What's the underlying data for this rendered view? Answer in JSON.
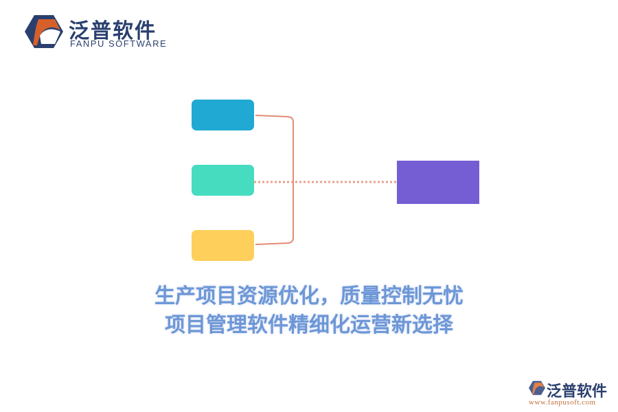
{
  "logo": {
    "name_cn": "泛普软件",
    "name_en": "FANPU SOFTWARE",
    "colors": {
      "navy": "#2a3f6e",
      "orange": "#d5602a"
    }
  },
  "diagram": {
    "left_boxes": [
      {
        "color": "#1fa9d3",
        "label": ""
      },
      {
        "color": "#45dcc0",
        "label": ""
      },
      {
        "color": "#fecf5a",
        "label": ""
      }
    ],
    "right_box": {
      "color": "#755ed4",
      "label": ""
    },
    "bracket_color": "#e48a72",
    "connector_color": "#e8a08c"
  },
  "caption": {
    "line1": "生产项目资源优化，质量控制无忧",
    "line2": "项目管理软件精细化运营新选择",
    "color": "#6d97d6"
  },
  "watermark": {
    "name_cn": "泛普软件",
    "url": "www.fanpusoft.com"
  }
}
